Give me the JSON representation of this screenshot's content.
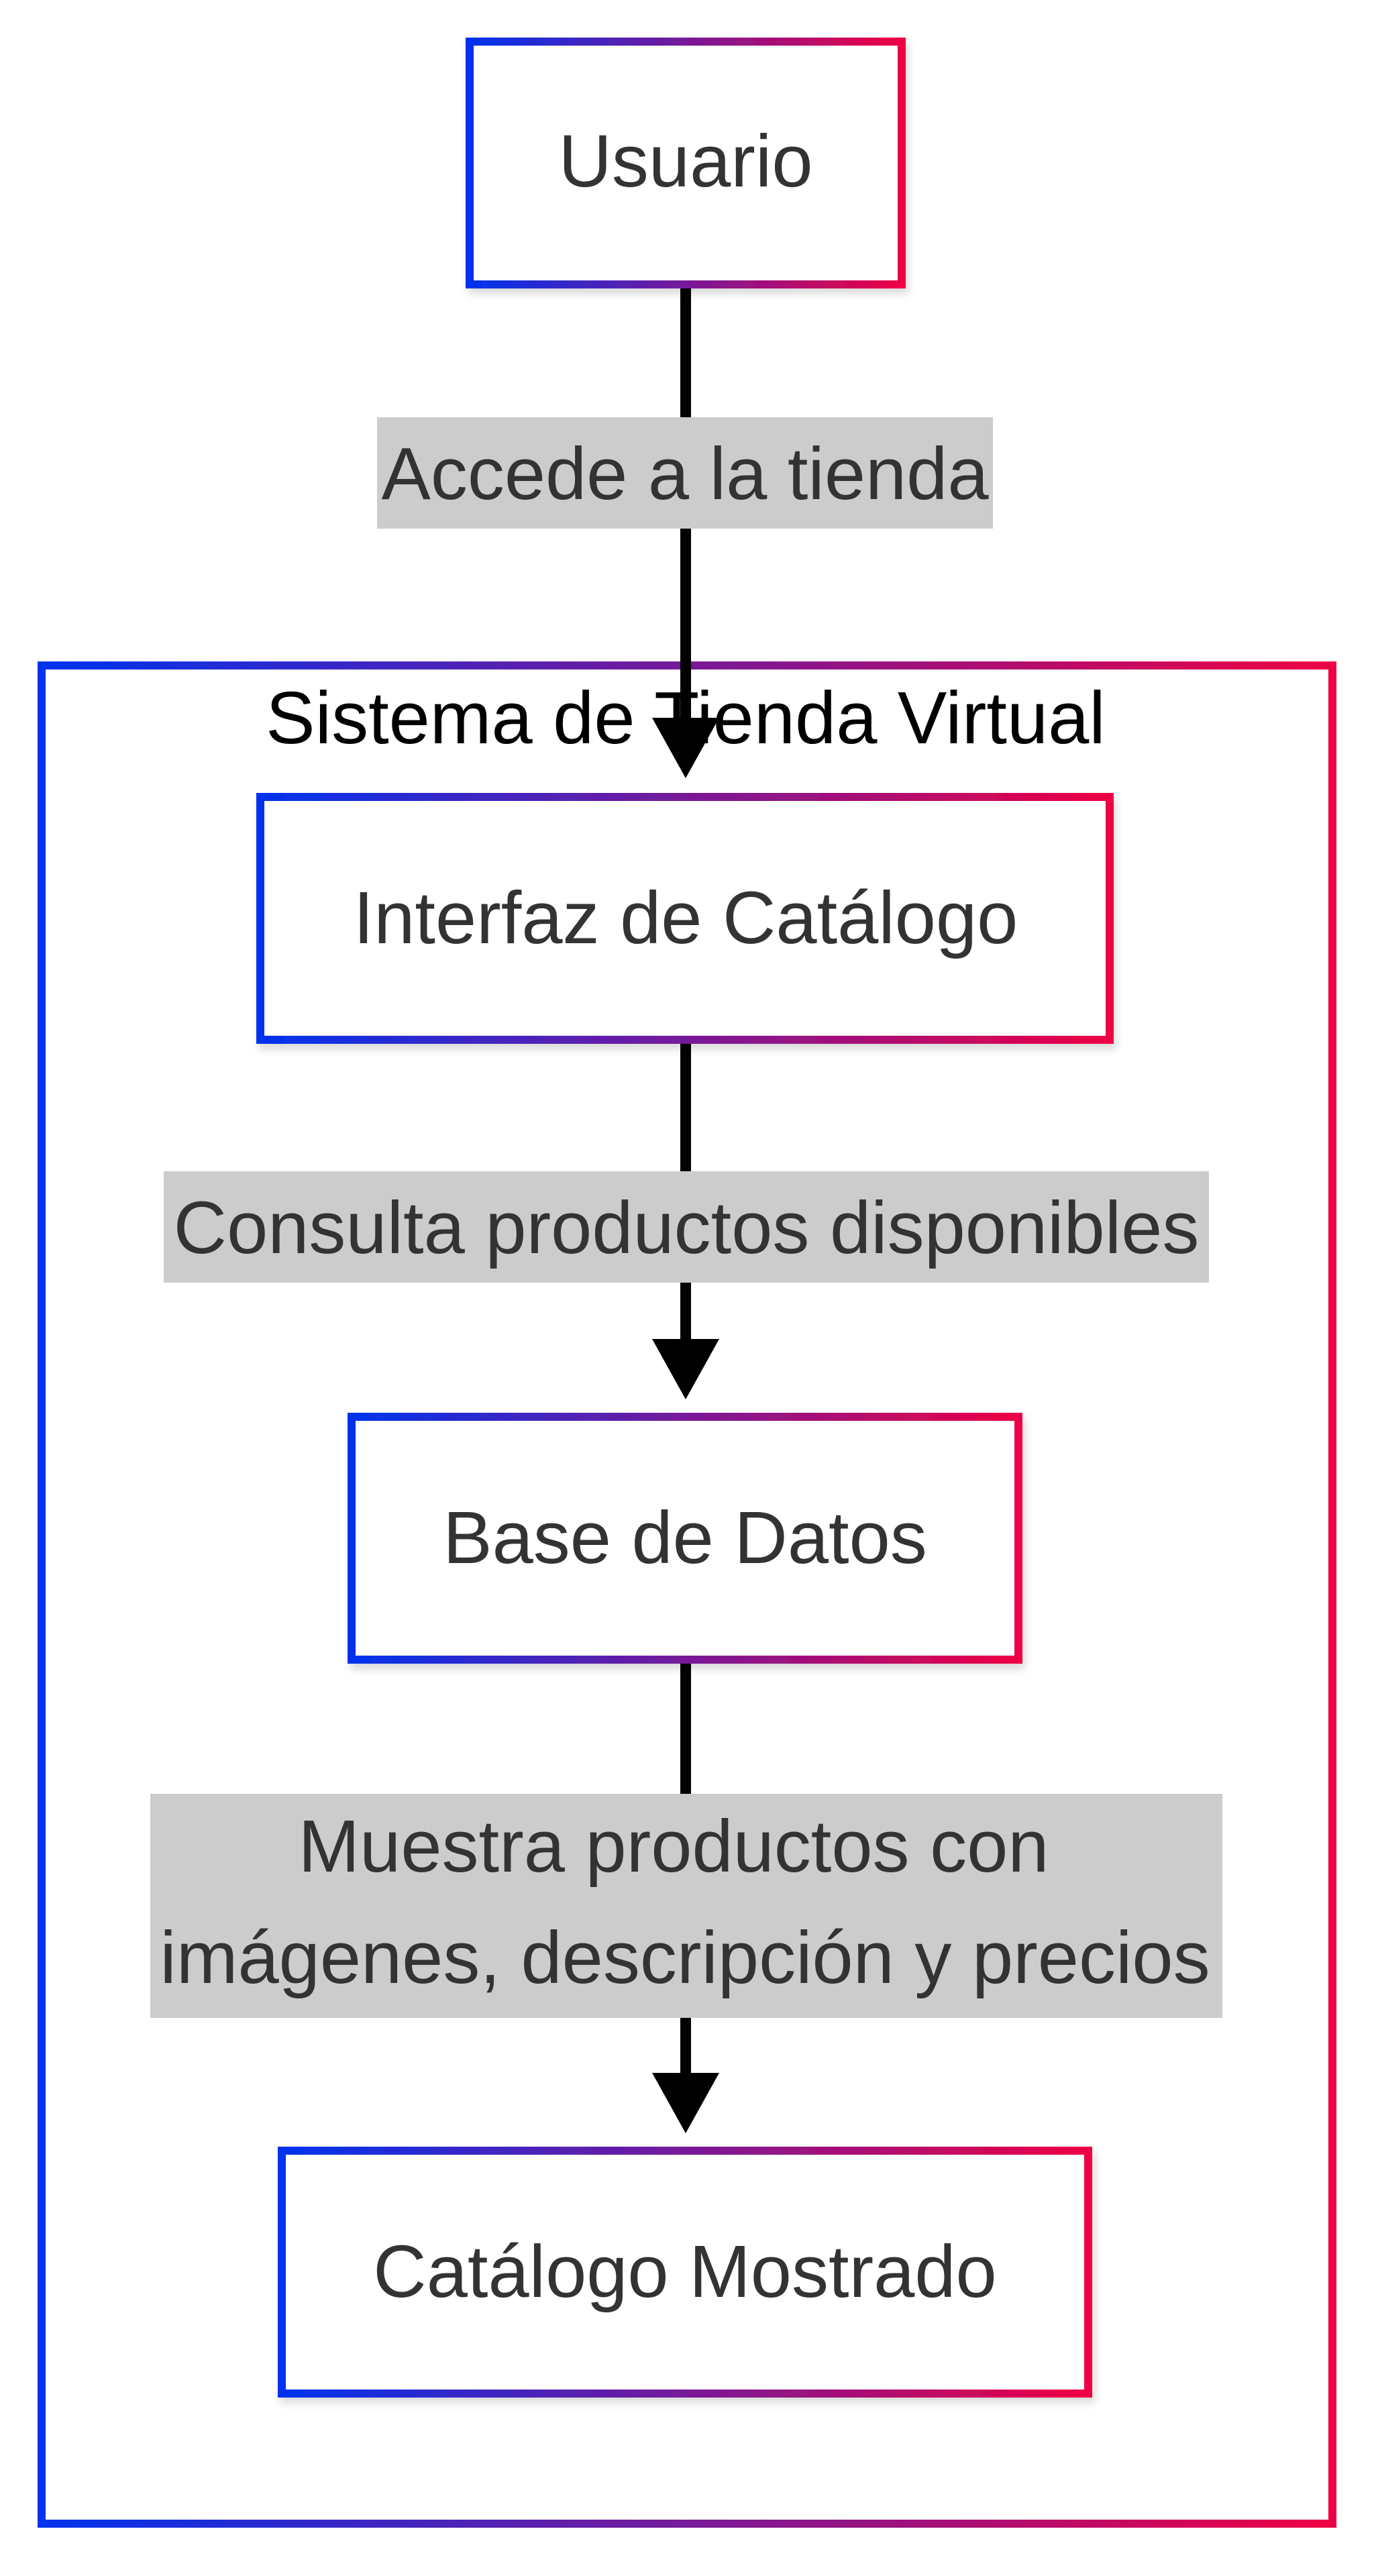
{
  "colors": {
    "gradient_start": "#0033ee",
    "gradient_end": "#ee0044",
    "edge": "#000000",
    "edge_label_bg": "#cccccc",
    "node_fill": "#ffffff",
    "node_text": "#333333",
    "cluster_text": "#000000"
  },
  "nodes": {
    "usuario": "Usuario",
    "interfaz": "Interfaz de Catálogo",
    "base_datos": "Base de Datos",
    "catalogo": "Catálogo Mostrado"
  },
  "cluster": {
    "title": "Sistema de Tienda Virtual"
  },
  "edges": {
    "e1": "Accede a la tienda",
    "e2": "Consulta productos disponibles",
    "e3_line1": "Muestra productos con",
    "e3_line2": "imágenes, descripción y precios"
  }
}
